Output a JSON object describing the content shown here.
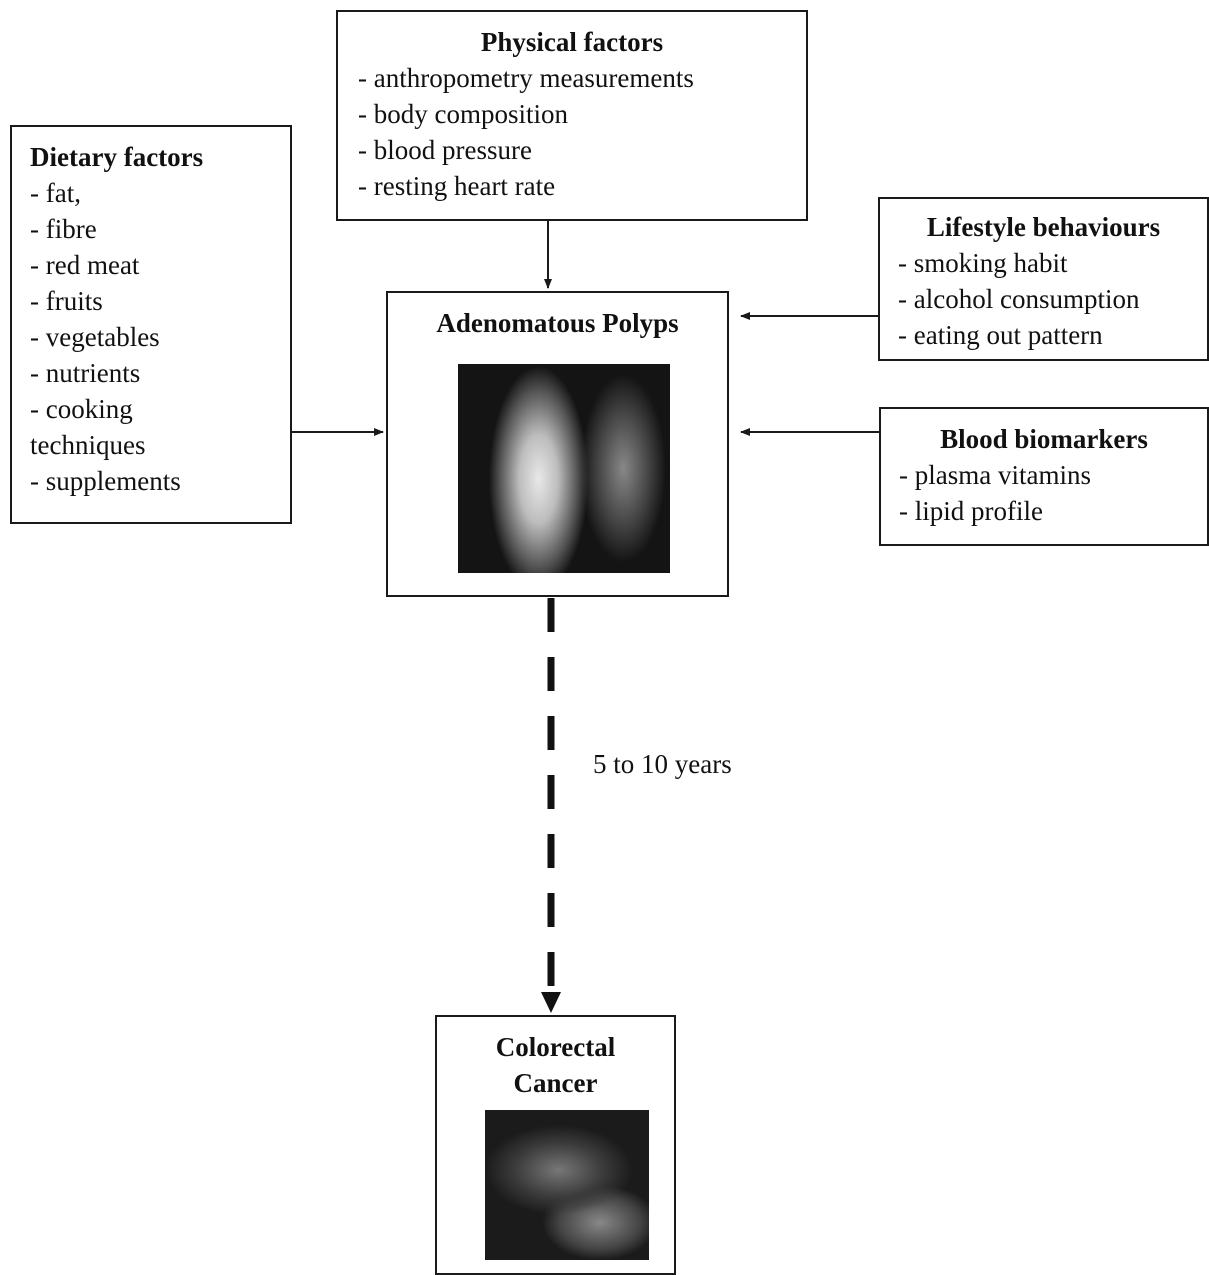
{
  "dietary": {
    "title": "Dietary factors",
    "items": [
      "- fat,",
      "- fibre",
      "- red meat",
      "- fruits",
      "- vegetables",
      "- nutrients",
      "- cooking techniques",
      "- supplements"
    ]
  },
  "physical": {
    "title": "Physical factors",
    "items": [
      "- anthropometry measurements",
      "- body composition",
      "- blood pressure",
      "- resting heart rate"
    ]
  },
  "lifestyle": {
    "title": "Lifestyle behaviours",
    "items": [
      "- smoking habit",
      "- alcohol consumption",
      "- eating out pattern"
    ]
  },
  "blood": {
    "title": "Blood biomarkers",
    "items": [
      "- plasma vitamins",
      "- lipid profile"
    ]
  },
  "polyps": {
    "title": "Adenomatous Polyps"
  },
  "duration": {
    "label": "5 to 10 years"
  },
  "cancer": {
    "title_line1": "Colorectal",
    "title_line2": "Cancer"
  }
}
